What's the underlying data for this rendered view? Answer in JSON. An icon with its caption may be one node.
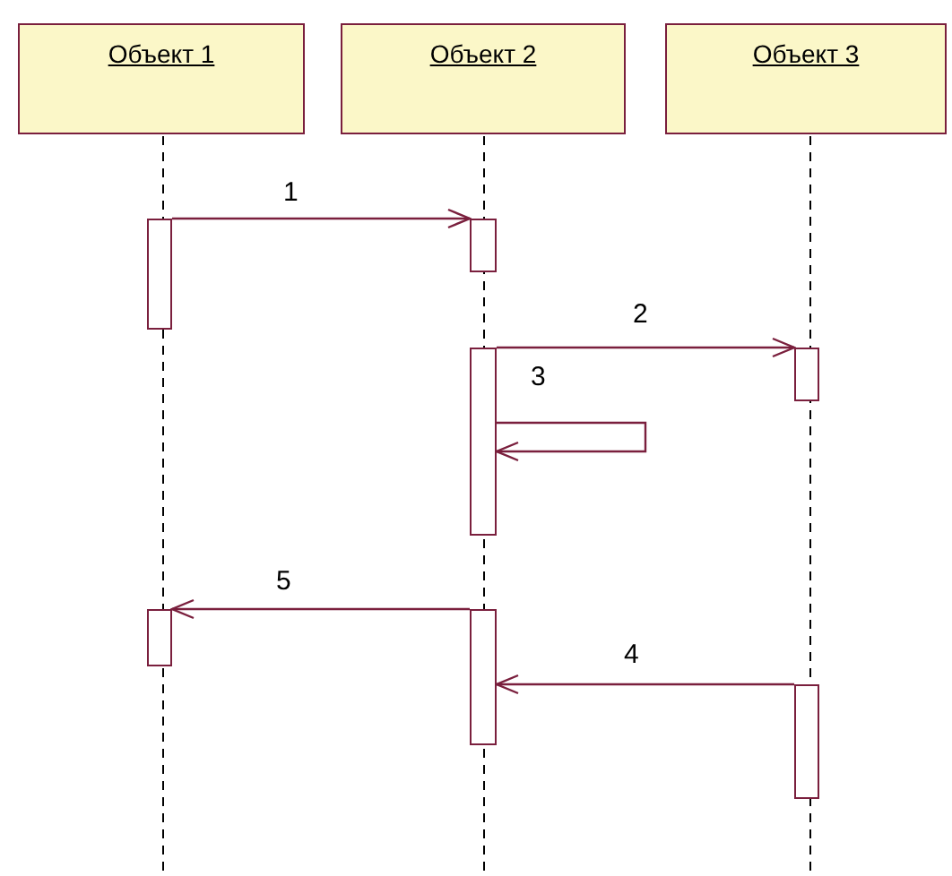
{
  "diagram": {
    "nodes": [
      {
        "text": [
          "Объект 1"
        ]
      },
      {
        "text": [
          "Объект 2"
        ]
      },
      {
        "text": [
          "Объект 3"
        ]
      },
      {
        "text": [],
        "shape": "bar"
      },
      {
        "text": [],
        "shape": "bar"
      },
      {
        "text": [],
        "shape": "bar"
      },
      {
        "text": [],
        "shape": "bar"
      },
      {
        "text": [],
        "shape": "bar"
      },
      {
        "text": [],
        "shape": "bar"
      },
      {
        "text": [],
        "shape": "bar"
      }
    ],
    "edges": [
      {
        "from": 3,
        "to": 5,
        "arrow": "to",
        "label": "1"
      },
      {
        "from": 6,
        "to": 8,
        "arrow": "to",
        "label": "2"
      },
      {
        "from": 6,
        "to": 6,
        "arrow": "to",
        "label": "3"
      },
      {
        "from": 9,
        "to": 7,
        "arrow": "to",
        "label": "4"
      },
      {
        "from": 7,
        "to": 4,
        "arrow": "to",
        "label": "5"
      }
    ]
  }
}
